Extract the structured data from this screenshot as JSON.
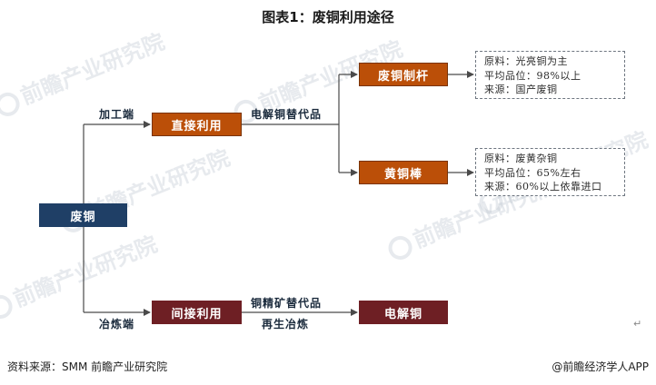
{
  "title": "图表1：废铜利用途径",
  "watermark": {
    "text": "前瞻产业研究院"
  },
  "nodes": {
    "scrap": "废铜",
    "direct": "直接利用",
    "indirect": "间接利用",
    "rod": "废铜制杆",
    "brass": "黄铜棒",
    "cathode": "电解铜"
  },
  "edge_labels": {
    "processing": "加工端",
    "smelting": "冶炼端",
    "cathode_sub": "电解铜替代品",
    "concentrate_sub": "铜精矿替代品",
    "recycle": "再生冶炼"
  },
  "notes": {
    "rod": [
      "原料：光亮铜为主",
      "平均品位：98%以上",
      "来源：国产废铜"
    ],
    "brass": [
      "原料：废黄杂铜",
      "平均品位：65%左右",
      "来源：60%以上依靠进口"
    ]
  },
  "footer": {
    "source": "资料来源：SMM 前瞻产业研究院",
    "credit": "@前瞻经济学人APP"
  },
  "return_mark": "↵",
  "colors": {
    "scrap_node": "#1f3f66",
    "orange_node": "#bb4f08",
    "brown_node": "#6e1f24",
    "connector": "#4a4a4a"
  }
}
